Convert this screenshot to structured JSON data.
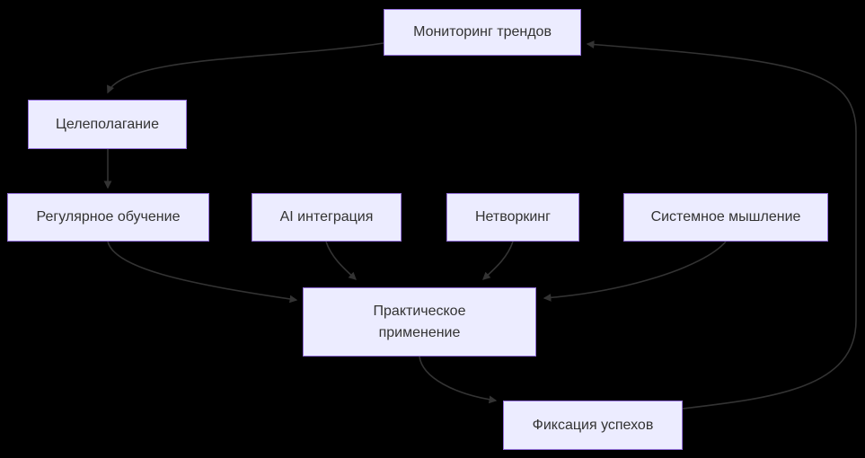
{
  "diagram": {
    "type": "flowchart",
    "colors": {
      "background": "#000000",
      "node_fill": "#ECECFF",
      "node_border": "#9370DB",
      "node_text": "#333333",
      "edge_line": "#333333"
    },
    "nodes": [
      {
        "id": "monitoring",
        "label": "Мониторинг трендов"
      },
      {
        "id": "goal",
        "label": "Целеполагание"
      },
      {
        "id": "regular",
        "label": "Регулярное обучение"
      },
      {
        "id": "ai",
        "label": "AI интеграция"
      },
      {
        "id": "networking",
        "label": "Нетворкинг"
      },
      {
        "id": "systems",
        "label": "Системное мышление"
      },
      {
        "id": "practical",
        "label": "Практическое\nприменение"
      },
      {
        "id": "fixation",
        "label": "Фиксация успехов"
      }
    ],
    "edges": [
      {
        "from": "Мониторинг трендов",
        "to": "Целеполагание"
      },
      {
        "from": "Целеполагание",
        "to": "Регулярное обучение"
      },
      {
        "from": "Регулярное обучение",
        "to": "Практическое применение"
      },
      {
        "from": "AI интеграция",
        "to": "Практическое применение"
      },
      {
        "from": "Нетворкинг",
        "to": "Практическое применение"
      },
      {
        "from": "Системное мышление",
        "to": "Практическое применение"
      },
      {
        "from": "Практическое применение",
        "to": "Фиксация успехов"
      },
      {
        "from": "Фиксация успехов",
        "to": "Мониторинг трендов"
      }
    ]
  }
}
